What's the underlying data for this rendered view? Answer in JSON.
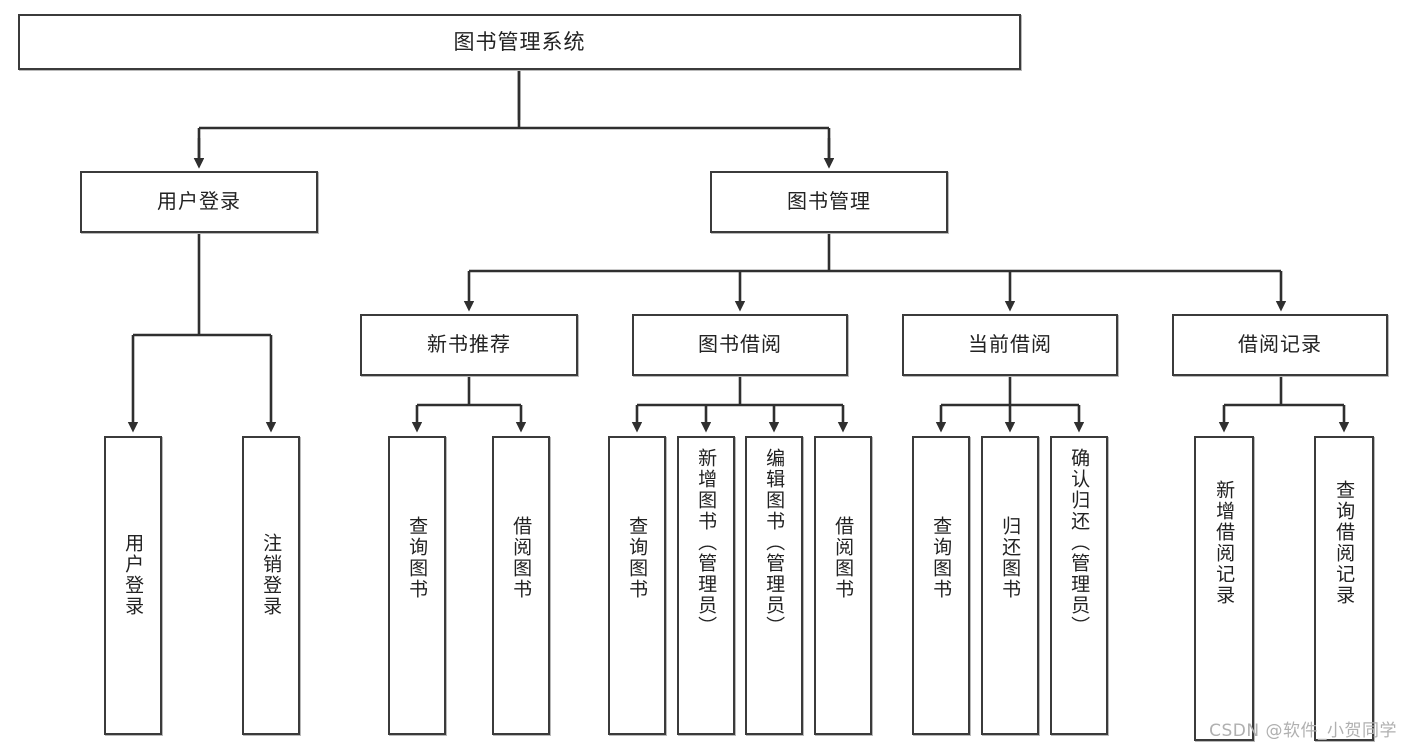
{
  "diagram": {
    "title": "图书管理系统",
    "type": "tree-hierarchy",
    "background_color": "#ffffff",
    "border_color": "#3b3b3b",
    "text_color": "#222222",
    "root": {
      "label": "图书管理系统"
    },
    "level2": [
      {
        "label": "用户登录"
      },
      {
        "label": "图书管理"
      }
    ],
    "level3": [
      {
        "label": "新书推荐"
      },
      {
        "label": "图书借阅"
      },
      {
        "label": "当前借阅"
      },
      {
        "label": "借阅记录"
      }
    ],
    "leaves": {
      "user_login": [
        {
          "label": "用户登录"
        },
        {
          "label": "注销登录"
        }
      ],
      "new_book_recommend": [
        {
          "label": "查询图书"
        },
        {
          "label": "借阅图书"
        }
      ],
      "book_borrow": [
        {
          "label": "查询图书"
        },
        {
          "label": "新增图书（管理员）"
        },
        {
          "label": "编辑图书（管理员）"
        },
        {
          "label": "借阅图书"
        }
      ],
      "current_borrow": [
        {
          "label": "查询图书"
        },
        {
          "label": "归还图书"
        },
        {
          "label": "确认归还（管理员）"
        }
      ],
      "borrow_record": [
        {
          "label": "新增借阅记录"
        },
        {
          "label": "查询借阅记录"
        }
      ]
    }
  },
  "watermark": {
    "text": "CSDN @软件_小贺同学"
  }
}
